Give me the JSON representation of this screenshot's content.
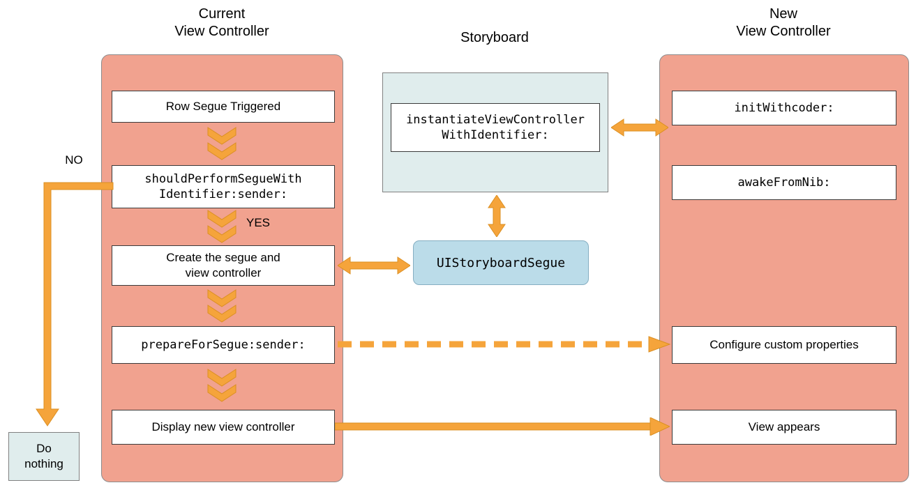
{
  "titles": {
    "current": "Current\nView Controller",
    "storyboard": "Storyboard",
    "new": "New\nView Controller"
  },
  "labels": {
    "no": "NO",
    "yes": "YES",
    "do_nothing": "Do\nnothing"
  },
  "current_column": {
    "boxes": [
      {
        "label": "Row Segue Triggered",
        "mono": false
      },
      {
        "label": "shouldPerformSegueWith\nIdentifier:sender:",
        "mono": true
      },
      {
        "label": "Create the segue and\nview controller",
        "mono": false
      },
      {
        "label": "prepareForSegue:sender:",
        "mono": true
      },
      {
        "label": "Display new view controller",
        "mono": false
      }
    ]
  },
  "storyboard": {
    "method": "instantiateViewController\nWithIdentifier:",
    "segue_class": "UIStoryboardSegue"
  },
  "new_column": {
    "boxes": [
      {
        "label": "initWithcoder:",
        "mono": true
      },
      {
        "label": "awakeFromNib:",
        "mono": true
      },
      {
        "label": "Configure custom properties",
        "mono": false
      },
      {
        "label": "View appears",
        "mono": false
      }
    ]
  },
  "colors": {
    "arrow_orange": "#F5A43B",
    "panel_salmon": "#F1A28F",
    "storyboard_blue": "#E0EDED",
    "segue_blue": "#BBDCE9"
  }
}
